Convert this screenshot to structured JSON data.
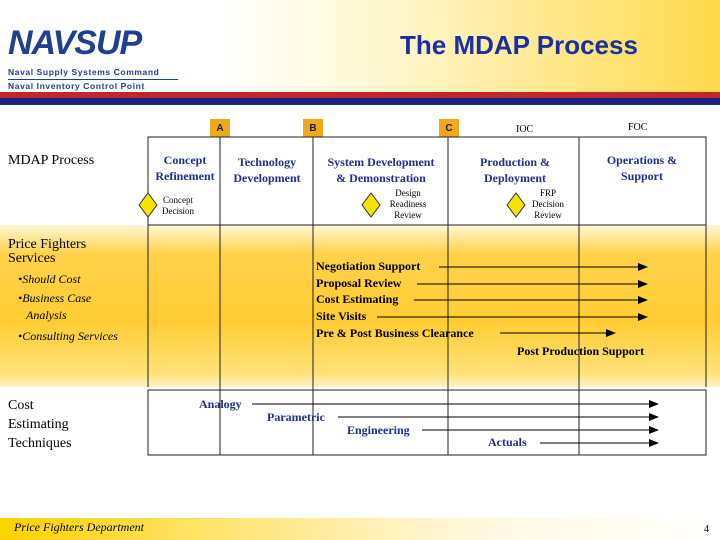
{
  "header": {
    "logo_text": "NAVSUP",
    "logo_line1": "Naval Supply Systems Command",
    "logo_line2": "Naval Inventory Control Point",
    "title": "The MDAP Process"
  },
  "milestones": {
    "a": "A",
    "b": "B",
    "c": "C",
    "ioc": "IOC",
    "foc": "FOC"
  },
  "mdap_row": {
    "label": "MDAP Process",
    "phases": {
      "concept_line1": "Concept",
      "concept_line2": "Refinement",
      "technology_line1": "Technology",
      "technology_line2": "Development",
      "sdd_line1": "System Development",
      "sdd_line2": "& Demonstration",
      "production_line1": "Production &",
      "production_line2": "Deployment",
      "operations_line1": "Operations &",
      "operations_line2": "Support"
    },
    "decisions": {
      "concept_line1": "Concept",
      "concept_line2": "Decision",
      "design_line1": "Design",
      "design_line2": "Readiness",
      "design_line3": "Review",
      "frp_line1": "FRP",
      "frp_line2": "Decision",
      "frp_line3": "Review"
    }
  },
  "price_fighters": {
    "label_line1": "Price Fighters",
    "label_line2": "Services",
    "item1": "•Should Cost",
    "item2_line1": "•Business Case",
    "item2_line2": "Analysis",
    "item3": "•Consulting Services",
    "activities": {
      "a1": "Negotiation Support",
      "a2": "Proposal Review",
      "a3": "Cost Estimating",
      "a4": "Site Visits",
      "a5": "Pre & Post Business Clearance",
      "a6": "Post Production Support"
    }
  },
  "cost_estimating": {
    "label_line1": "Cost",
    "label_line2": "Estimating",
    "label_line3": "Techniques",
    "t1": "Analogy",
    "t2": "Parametric",
    "t3": "Engineering",
    "t4": "Actuals"
  },
  "footer": {
    "text": "Price Fighters Department",
    "page": "4"
  },
  "colors": {
    "navy": "#1a237e",
    "red": "#c0262a",
    "gold": "#ffcc33",
    "milestone_orange": "#f2a81d",
    "diamond_yellow": "#f5e400",
    "title_blue": "#1a2fa0"
  }
}
